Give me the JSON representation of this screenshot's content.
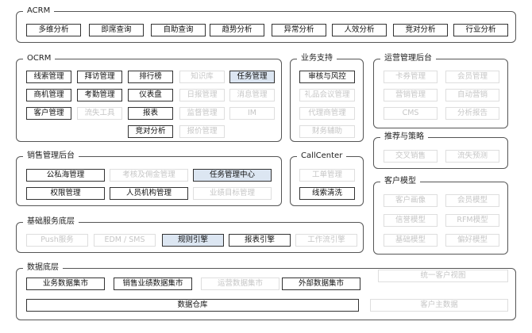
{
  "acrm": {
    "title": "ACRM",
    "items": [
      "多维分析",
      "即席查询",
      "自助查询",
      "趋势分析",
      "异常分析",
      "人效分析",
      "竞对分析",
      "行业分析"
    ]
  },
  "ocrm": {
    "title": "OCRM",
    "items": [
      "线索管理",
      "拜访管理",
      "排行榜",
      "知识库",
      "任务管理",
      "商机管理",
      "考勤管理",
      "仪表盘",
      "日报管理",
      "消息管理",
      "客户管理",
      "流失工具",
      "报表",
      "监督管理",
      "IM",
      "竞对分析",
      "报价管理"
    ]
  },
  "business_support": {
    "title": "业务支持",
    "items": [
      "审核与风控",
      "礼品会议管理",
      "代理商管理",
      "财务辅助"
    ]
  },
  "ops_backend": {
    "title": "运营管理后台",
    "items": [
      "卡券管理",
      "会员管理",
      "营销管理",
      "自动营销",
      "CMS",
      "分析报告"
    ]
  },
  "sales_backend": {
    "title": "销售管理后台",
    "items": [
      "公私海管理",
      "考核及佣金管理",
      "任务管理中心",
      "权限管理",
      "人员机构管理",
      "业绩目标管理"
    ]
  },
  "callcenter": {
    "title": "CallCenter",
    "items": [
      "工单管理",
      "线索清洗"
    ]
  },
  "recommend": {
    "title": "推荐与策略",
    "items": [
      "交叉销售",
      "流失预测"
    ]
  },
  "customer_model": {
    "title": "客户模型",
    "items": [
      "客户画像",
      "会员模型",
      "信誉模型",
      "RFM模型",
      "基础模型",
      "偏好模型"
    ]
  },
  "base_services": {
    "title": "基础服务底层",
    "items": [
      "Push服务",
      "EDM / SMS",
      "规则引擎",
      "报表引擎",
      "工作流引擎"
    ]
  },
  "data_layer": {
    "title": "数据底层",
    "items": [
      "业务数据集市",
      "销售业绩数据集市",
      "运营数据集市",
      "外部数据集市",
      "统一客户视图",
      "数据仓库",
      "客户主数据"
    ]
  }
}
